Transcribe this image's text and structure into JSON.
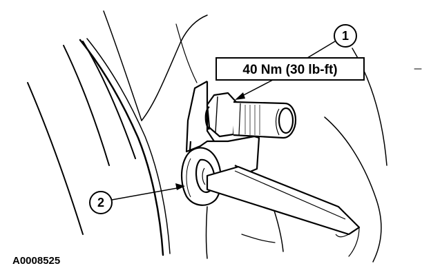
{
  "callouts": [
    {
      "number": "1"
    },
    {
      "number": "2"
    }
  ],
  "torque_label": "40 Nm (30 lb-ft)",
  "figure_id": "A0008525",
  "colors": {
    "ink": "#000000",
    "paper": "#ffffff"
  }
}
